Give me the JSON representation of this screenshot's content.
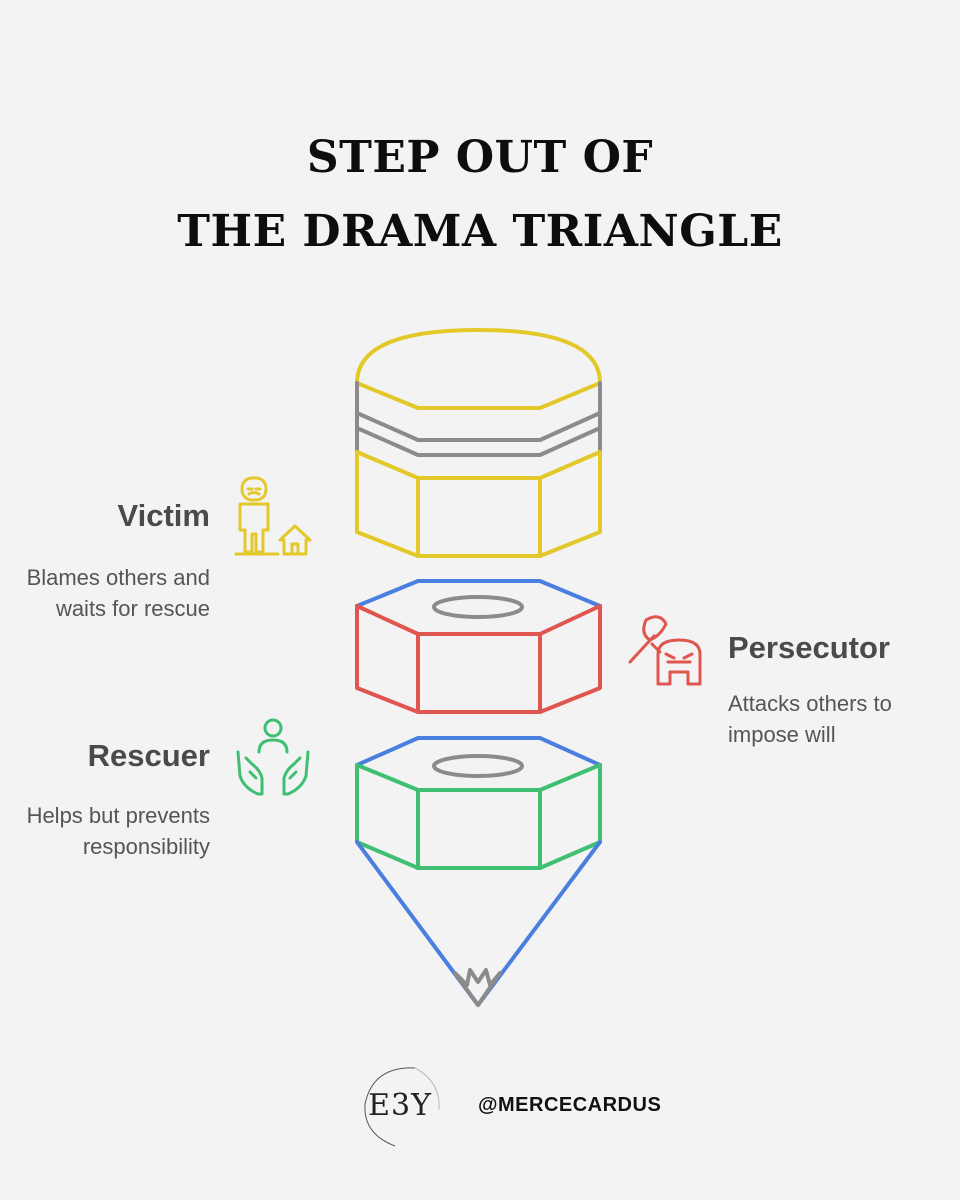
{
  "title": {
    "line1": "STEP OUT OF",
    "line2": "THE DRAMA TRIANGLE"
  },
  "roles": [
    {
      "name": "Victim",
      "description": "Blames others and waits for rescue",
      "color": "#e3c829",
      "icon": "person-house-icon"
    },
    {
      "name": "Persecutor",
      "description": "Attacks others to impose will",
      "color": "#e0554f",
      "icon": "axe-monster-icon"
    },
    {
      "name": "Rescuer",
      "description": "Helps but prevents responsibility",
      "color": "#3fbf72",
      "icon": "hands-person-icon"
    }
  ],
  "colors": {
    "yellow": "#e3c829",
    "gray": "#8b8b8b",
    "blue": "#4a7fe0",
    "red": "#e0554f",
    "green": "#3fbf72",
    "background": "#f3f3f3"
  },
  "footer": {
    "logo_text": "E3Y",
    "handle": "@MERCECARDUS"
  }
}
